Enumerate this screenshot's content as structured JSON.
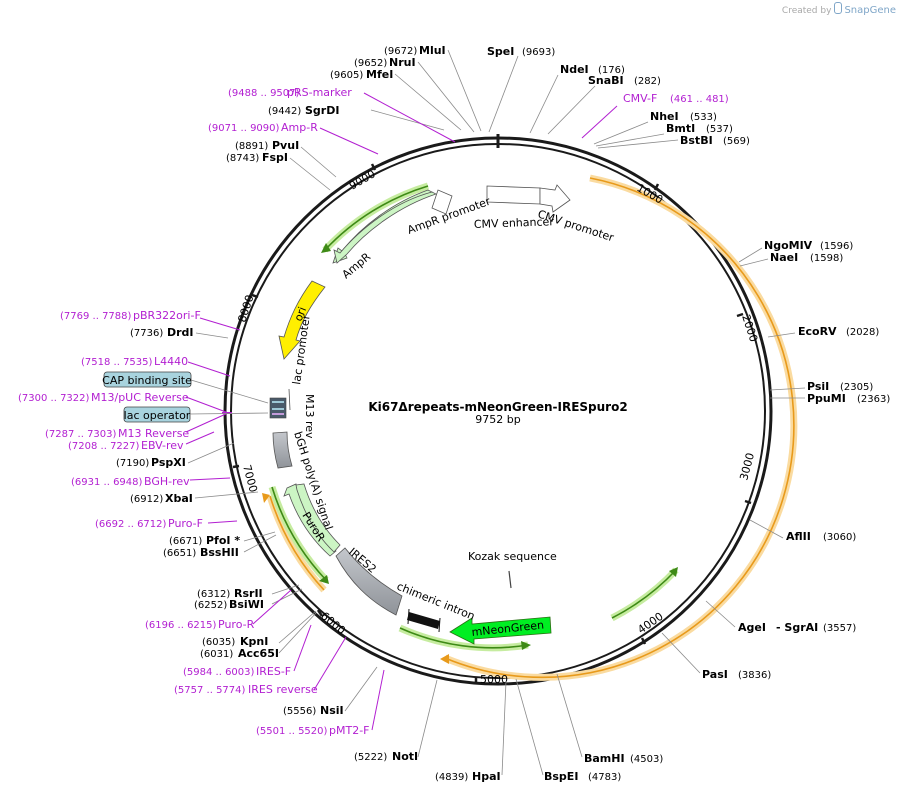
{
  "watermark": {
    "prefix": "Created by",
    "brand": "SnapGene"
  },
  "plasmid": {
    "name": "Ki67Δrepeats-mNeonGreen-IRESpuro2",
    "length_label": "9752 bp"
  },
  "tick_labels": [
    "1000",
    "2000",
    "3000",
    "4000",
    "5000",
    "6000",
    "7000",
    "8000",
    "9000"
  ],
  "enzymes": [
    {
      "name": "SpeI",
      "pos": "(9693)"
    },
    {
      "name": "NdeI",
      "pos": "(176)"
    },
    {
      "name": "SnaBI",
      "pos": "(282)"
    },
    {
      "name": "NheI",
      "pos": "(533)"
    },
    {
      "name": "BmtI",
      "pos": "(537)"
    },
    {
      "name": "BstBI",
      "pos": "(569)"
    },
    {
      "name": "NgoMIV",
      "pos": "(1596)"
    },
    {
      "name": "NaeI",
      "pos": "(1598)"
    },
    {
      "name": "EcoRV",
      "pos": "(2028)"
    },
    {
      "name": "PsiI",
      "pos": "(2305)"
    },
    {
      "name": "PpuMI",
      "pos": "(2363)"
    },
    {
      "name": "AflII",
      "pos": "(3060)"
    },
    {
      "name": "AgeI",
      "pos": "- SgrAI"
    },
    {
      "name": "",
      "pos": "(3557)"
    },
    {
      "name": "PasI",
      "pos": "(3836)"
    },
    {
      "name": "BamHI",
      "pos": "(4503)"
    },
    {
      "name": "BspEI",
      "pos": "(4783)"
    },
    {
      "name": "HpaI",
      "pos": "(4839)"
    },
    {
      "name": "NotI",
      "pos": "(5222)"
    },
    {
      "name": "NsiI",
      "pos": "(5556)"
    },
    {
      "name": "Acc65I",
      "pos": "(6031)"
    },
    {
      "name": "KpnI",
      "pos": "(6035)"
    },
    {
      "name": "BsiWI",
      "pos": "(6252)"
    },
    {
      "name": "RsrII",
      "pos": "(6312)"
    },
    {
      "name": "BssHII",
      "pos": "(6651)"
    },
    {
      "name": "PfoI *",
      "pos": "(6671)"
    },
    {
      "name": "XbaI",
      "pos": "(6912)"
    },
    {
      "name": "PspXI",
      "pos": "(7190)"
    },
    {
      "name": "DrdI",
      "pos": "(7736)"
    },
    {
      "name": "FspI",
      "pos": "(8743)"
    },
    {
      "name": "PvuI",
      "pos": "(8891)"
    },
    {
      "name": "SgrDI",
      "pos": "(9442)"
    },
    {
      "name": "MfeI",
      "pos": "(9605)"
    },
    {
      "name": "NruI",
      "pos": "(9652)"
    },
    {
      "name": "MluI",
      "pos": "(9672)"
    }
  ],
  "primers": [
    {
      "name": "CMV-F",
      "pos": "(461 .. 481)"
    },
    {
      "name": "pRS-marker",
      "pos": "(9488 .. 9507)"
    },
    {
      "name": "Amp-R",
      "pos": "(9071 .. 9090)"
    },
    {
      "name": "pBR322ori-F",
      "pos": "(7769 .. 7788)"
    },
    {
      "name": "L4440",
      "pos": "(7518 .. 7535)"
    },
    {
      "name": "M13/pUC Reverse",
      "pos": "(7300 .. 7322)"
    },
    {
      "name": "M13 Reverse",
      "pos": "(7287 .. 7303)"
    },
    {
      "name": "EBV-rev",
      "pos": "(7208 .. 7227)"
    },
    {
      "name": "BGH-rev",
      "pos": "(6931 .. 6948)"
    },
    {
      "name": "Puro-F",
      "pos": "(6692 .. 6712)"
    },
    {
      "name": "Puro-R",
      "pos": "(6196 .. 6215)"
    },
    {
      "name": "IRES-F",
      "pos": "(5984 .. 6003)"
    },
    {
      "name": "IRES reverse",
      "pos": "(5757 .. 5774)"
    },
    {
      "name": "pMT2-F",
      "pos": "(5501 .. 5520)"
    }
  ],
  "boxed_labels": [
    "CAP binding site",
    "lac operator"
  ],
  "features": {
    "ampr_promoter": "AmpR promoter",
    "cmv_enhancer": "CMV enhancer",
    "cmv_promoter": "CMV promoter",
    "ampr": "AmpR",
    "ori": "ori",
    "lac_promoter": "lac promoter",
    "m13_rev": "M13 rev",
    "bgh": "bGH poly(A) signal",
    "puror": "PuroR",
    "ires2": "IRES2",
    "chimeric_intron": "chimeric intron",
    "kozak": "Kozak sequence",
    "mneongreen": "mNeonGreen"
  },
  "colors": {
    "backbone": "#1a1a1a",
    "orange_arc": "#f2b233",
    "green_arc": "#3e8a16",
    "green_glow": "#c6eca0",
    "primer": "#b21fd1",
    "ampr_fill": "#ccf5c4",
    "ori_fill": "#ffef00",
    "mneongreen_fill": "#00ee22",
    "gray_fill": "#a0a4aa",
    "box_fill": "#a8d3de"
  }
}
